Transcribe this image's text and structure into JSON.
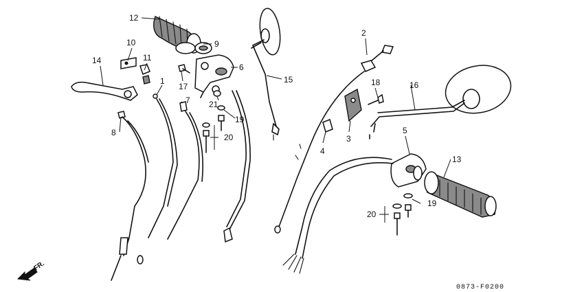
{
  "diagram": {
    "drawing_code": "0873-F0200",
    "direction_label": "FR.",
    "callouts": {
      "c1": "1",
      "c2": "2",
      "c3": "3",
      "c4": "4",
      "c5": "5",
      "c6": "6",
      "c7": "7",
      "c8": "8",
      "c9": "9",
      "c10": "10",
      "c11": "11",
      "c12": "12",
      "c13": "13",
      "c14": "14",
      "c15": "15",
      "c16": "16",
      "c17": "17",
      "c18": "18",
      "c19a": "19",
      "c19b": "19",
      "c20a": "20",
      "c20b": "20",
      "c21": "21"
    }
  }
}
